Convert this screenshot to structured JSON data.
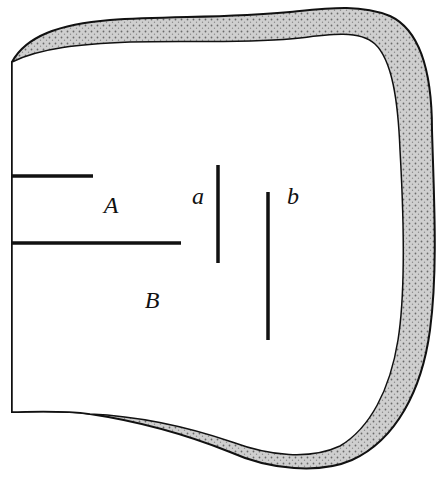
{
  "diagram": {
    "labels": [
      "A",
      "B",
      "a",
      "b"
    ]
  }
}
